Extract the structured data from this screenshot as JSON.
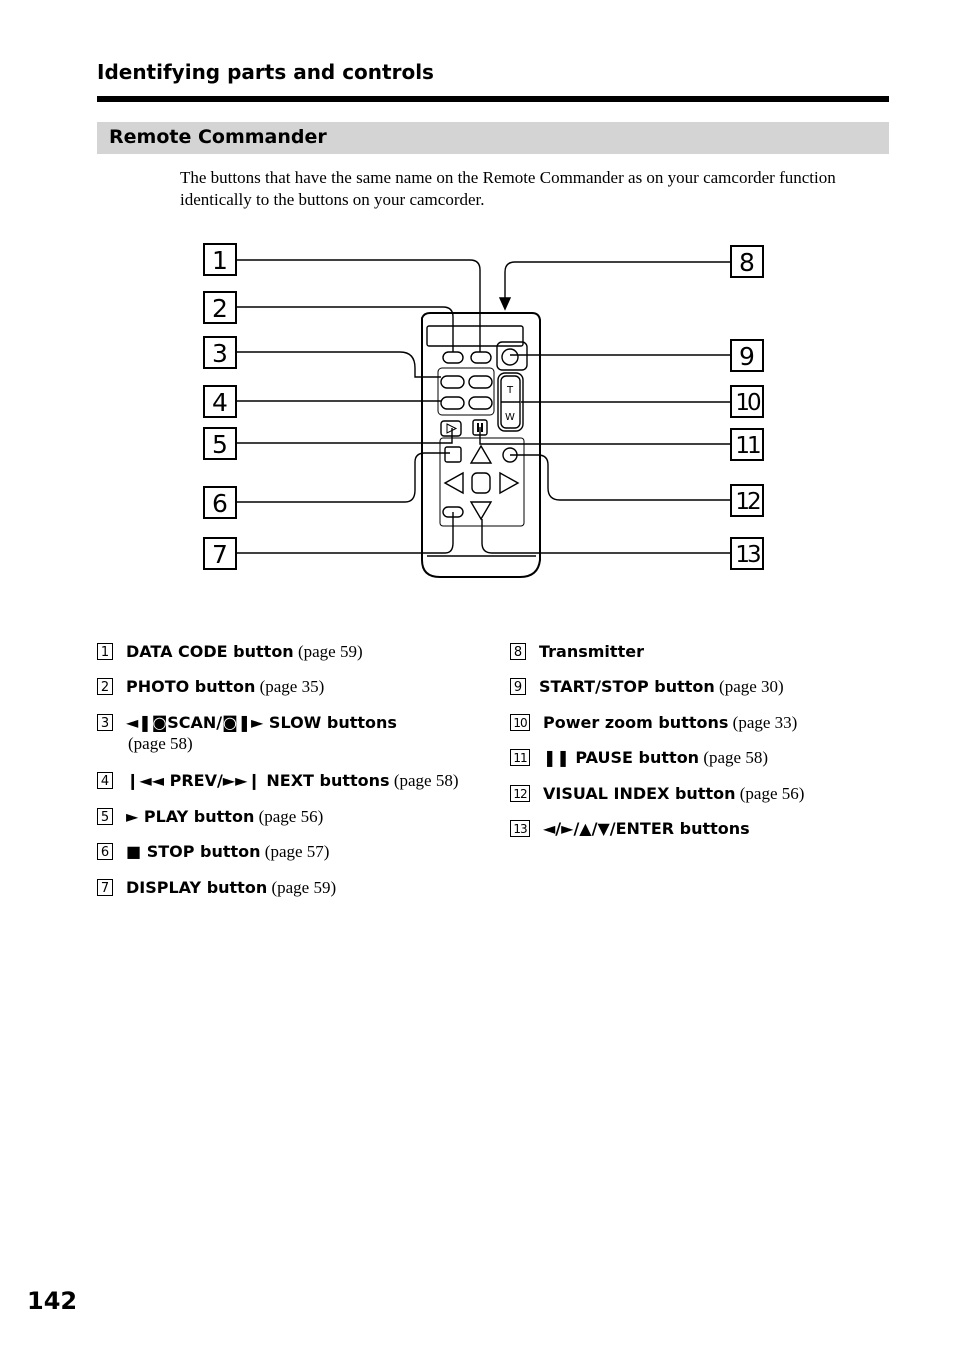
{
  "header": {
    "section_title": "Identifying parts and controls"
  },
  "subheading": "Remote Commander",
  "intro": "The buttons that have the same name on the Remote Commander as on your camcorder function identically to the buttons on your camcorder.",
  "diagram": {
    "callouts": [
      "1",
      "2",
      "3",
      "4",
      "5",
      "6",
      "7",
      "8",
      "9",
      "10",
      "11",
      "12",
      "13"
    ],
    "zoom_labels": [
      "T",
      "W"
    ]
  },
  "items": [
    {
      "num": "1",
      "name": "DATA CODE button",
      "ref": " (page 59)"
    },
    {
      "num": "2",
      "name": "PHOTO button",
      "ref": " (page 35)"
    },
    {
      "num": "3",
      "name": "◄❚◙SCAN/◙❚► SLOW buttons",
      "ref": "",
      "cont": "(page 58)"
    },
    {
      "num": "4",
      "name": "❙◄◄ PREV/►►❙ NEXT buttons",
      "ref": " (page 58)"
    },
    {
      "num": "5",
      "name": "► PLAY button",
      "ref": " (page 56)"
    },
    {
      "num": "6",
      "name": "■ STOP button",
      "ref": " (page 57)"
    },
    {
      "num": "7",
      "name": "DISPLAY button",
      "ref": " (page 59)"
    },
    {
      "num": "8",
      "name": "Transmitter",
      "ref": ""
    },
    {
      "num": "9",
      "name": "START/STOP button",
      "ref": " (page 30)"
    },
    {
      "num": "10",
      "name": "Power zoom buttons",
      "ref": " (page 33)"
    },
    {
      "num": "11",
      "name": "❚❚ PAUSE button",
      "ref": " (page 58)"
    },
    {
      "num": "12",
      "name": "VISUAL INDEX button",
      "ref": " (page 56)"
    },
    {
      "num": "13",
      "name": "◄/►/▲/▼/ENTER buttons",
      "ref": ""
    }
  ],
  "page_number": "142"
}
